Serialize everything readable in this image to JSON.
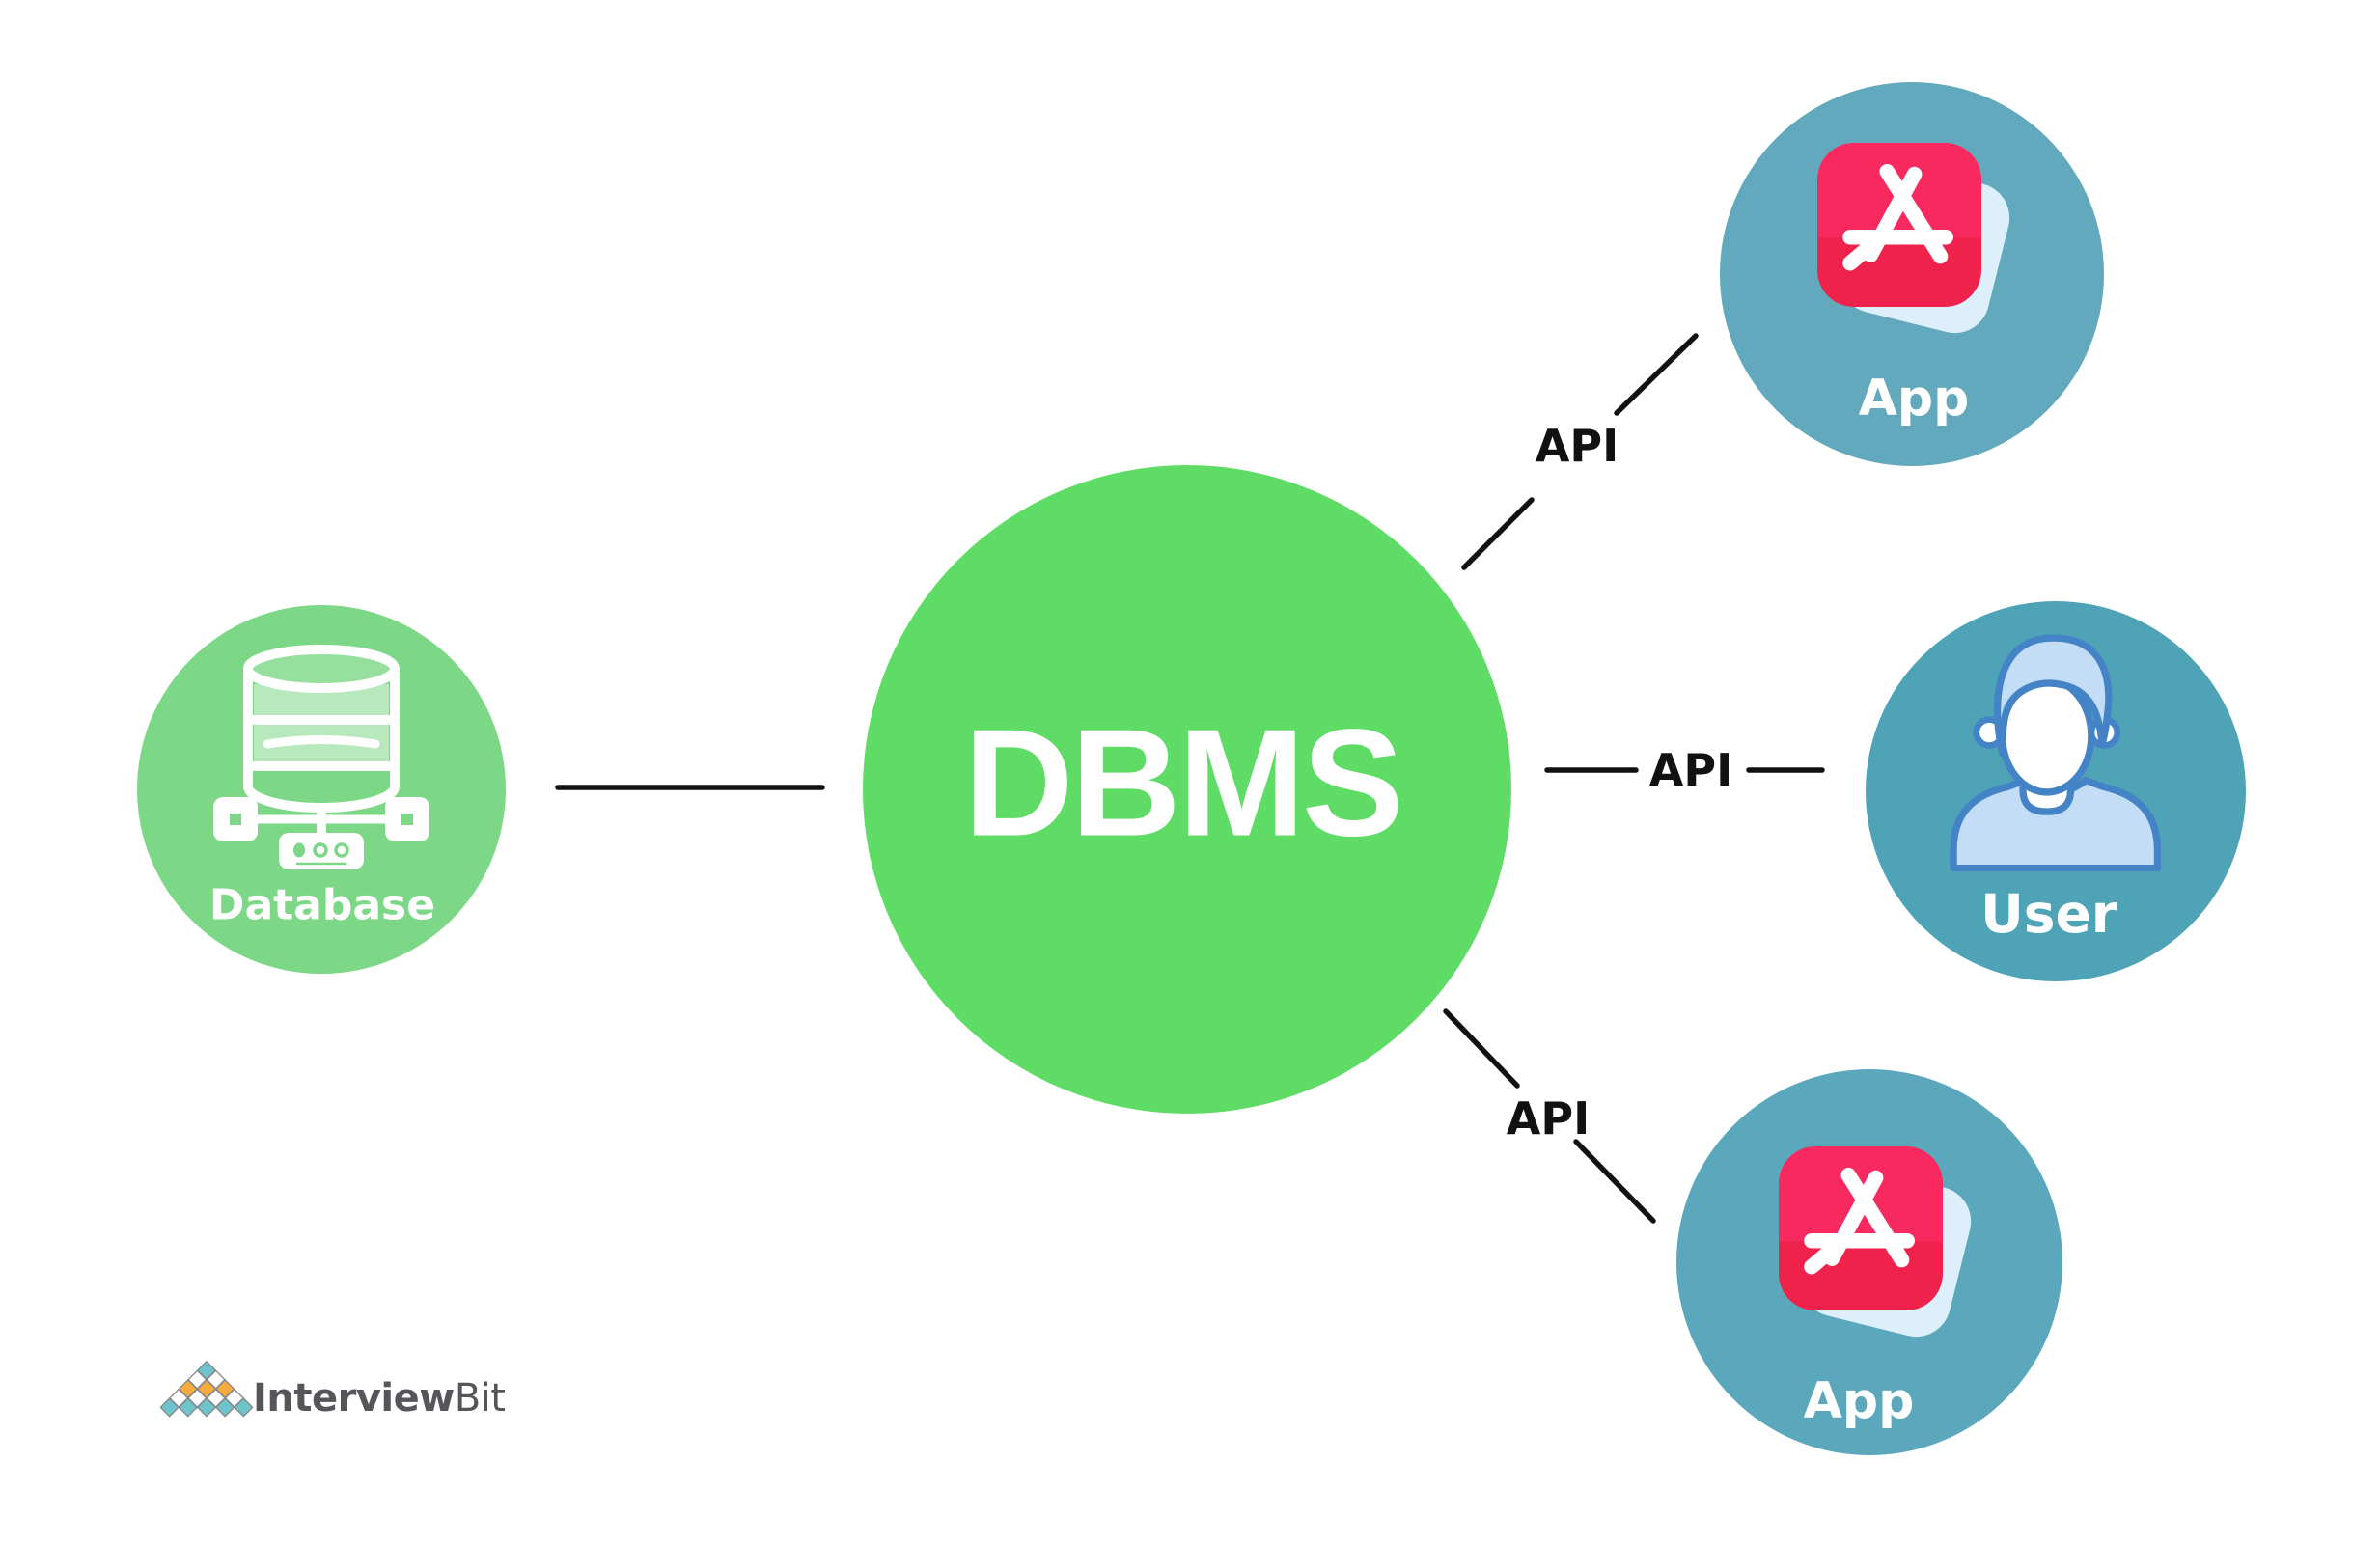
{
  "dbms": {
    "label": "DBMS",
    "color": "#5edc66",
    "text_color": "#ffffff"
  },
  "database": {
    "label": "Database",
    "color": "#7cd886",
    "icon": "database-network-icon"
  },
  "app_top": {
    "label": "App",
    "color": "#63a9be",
    "icon": "app-store-icon"
  },
  "user": {
    "label": "User",
    "color": "#4ea4b6",
    "icon": "person-icon"
  },
  "app_bottom": {
    "label": "App",
    "color": "#5ba8bd",
    "icon": "app-store-icon"
  },
  "connections": {
    "line_color": "#111111",
    "label_color": "#111111",
    "top": {
      "label": "API"
    },
    "middle": {
      "label": "API"
    },
    "bottom": {
      "label": "API"
    }
  },
  "app_icon": {
    "badge_top_color": "#f8295f",
    "badge_bottom_color": "#ef224b",
    "glyph_color": "#ffffff",
    "card_color": "#dceffa"
  },
  "person_icon": {
    "fill": "#c2ddf5",
    "stroke": "#4484c6",
    "face": "#ffffff"
  },
  "database_icon": {
    "stroke": "#ffffff"
  },
  "logo": {
    "brand_bold": "Interview",
    "brand_light": "Bit",
    "text_color": "#55565a",
    "diamond_teal": "#6ec4ca",
    "diamond_orange": "#f5ac3d",
    "diamond_white": "#ffffff",
    "diamond_outline": "#85868a"
  }
}
